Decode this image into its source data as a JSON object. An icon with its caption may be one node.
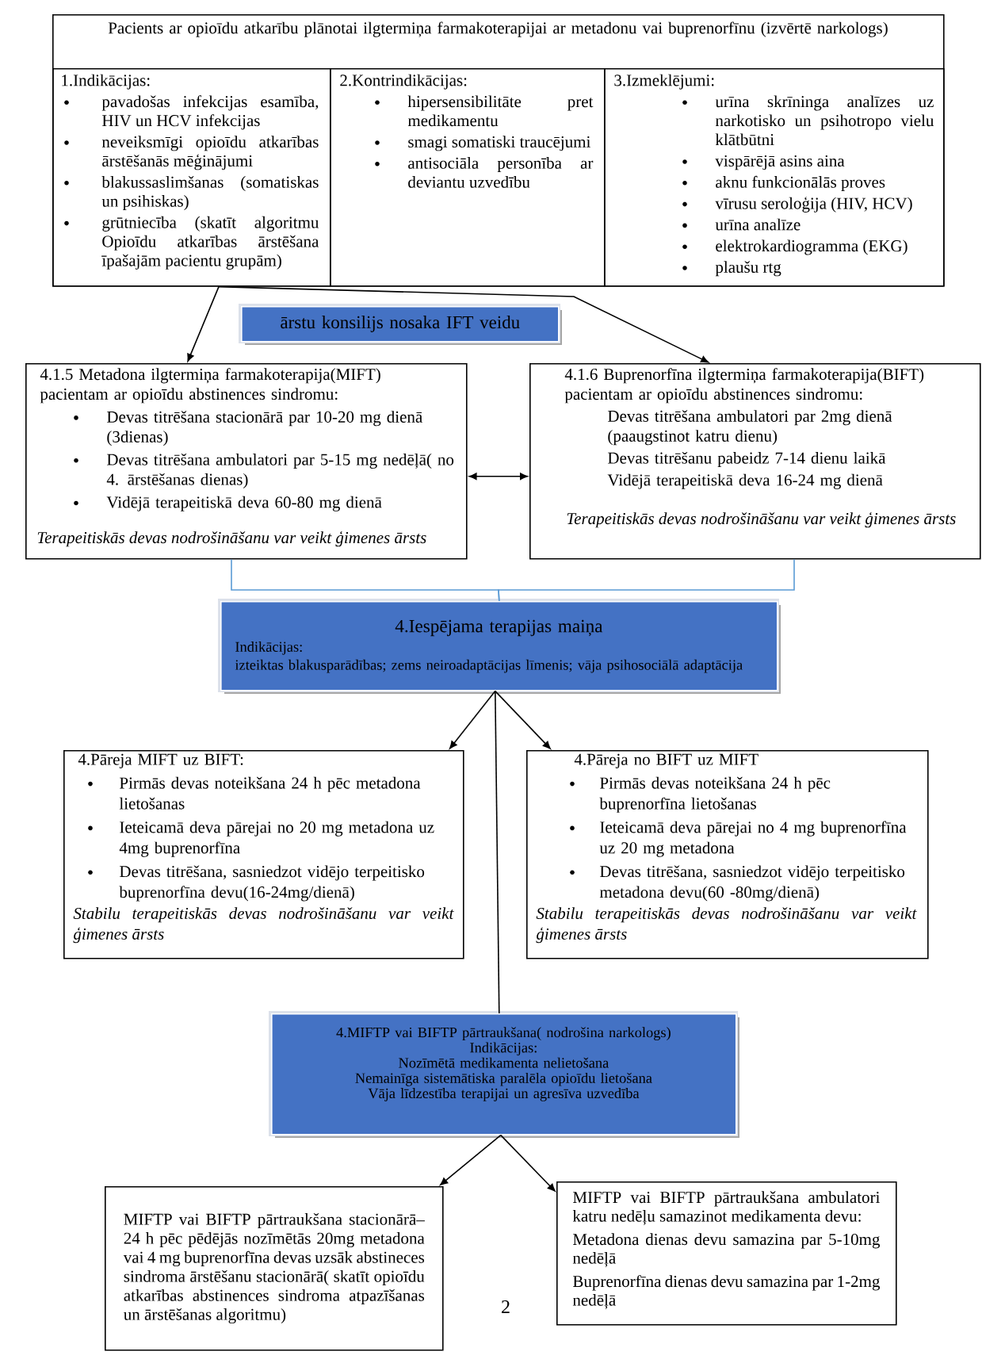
{
  "diagram": {
    "nodes": [
      {
        "text": [
          "Pacients ar opioīdu atkarību plānotai ilgtermiņa farmakoterapijai ar metadonu vai buprenorfīnu (izvērtē narkologs)"
        ]
      },
      {
        "text": [
          "1.Indikācijas:",
          "pavadošas infekcijas esamība, HIV un HCV infekcijas",
          "neveiksmīgi opioīdu atkarības ārstēšanās mēģinājumi",
          "blakussaslimšanas (somatiskas un psihiskas)",
          "grūtniecība (skatīt algoritmu Opioīdu atkarības ārstēšana īpašajām pacientu grupām)"
        ],
        "in": 0
      },
      {
        "text": [
          "2.Kontrindikācijas:",
          "hipersensibilitāte pret medikamentu",
          "smagi somatiski traucējumi",
          "antisociāla personība ar deviantu uzvedību"
        ],
        "in": 0
      },
      {
        "text": [
          "3.Izmeklējumi:",
          "urīna skrīninga analīzes uz narkotisko un psihotropo vielu klātbūtni",
          "vispārējā asins aina",
          "aknu funkcionālās proves",
          "vīrusu seroloģija (HIV, HCV)",
          "urīna analīze",
          "elektrokardiogramma (EKG)",
          "plaušu rtg"
        ],
        "in": 0
      },
      {
        "text": [
          "ārstu konsilijs nosaka IFT veidu"
        ]
      },
      {
        "text": [
          "4.1.5 Metadona ilgtermiņa farmakoterapija(MIFT) pacientam ar opioīdu abstinences sindromu:",
          "Devas titrēšana stacionārā par 10-20 mg dienā (3dienas)",
          "Devas titrēšana ambulatori par 5-15 mg nedēļā( no 4. ārstēšanas dienas)",
          "Vidējā terapeitiskā deva 60-80 mg dienā",
          "Terapeitiskās devas nodrošināšanu var veikt ģimenes ārsts"
        ]
      },
      {
        "text": [
          "4.1.6 Buprenorfīna ilgtermiņa farmakoterapija(BIFT) pacientam ar opioīdu abstinences sindromu:",
          "Devas titrēšana ambulatori par 2mg dienā (paaugstinot katru dienu)",
          "Devas titrēšanu pabeidz 7-14 dienu laikā",
          "Vidējā terapeitiskā deva 16-24 mg dienā",
          "Terapeitiskās devas nodrošināšanu var veikt ģimenes ārsts"
        ]
      },
      {
        "text": [
          "4.Iespējama terapijas maiņa",
          "Indikācijas:",
          "izteiktas blakusparādības; zems neiroadaptācijas līmenis; vāja psihosociālā adaptācija"
        ]
      },
      {
        "text": [
          "4.Pāreja MIFT uz BIFT:",
          "Pirmās devas noteikšana 24 h pēc metadona lietošanas",
          "Ieteicamā deva pārejai no 20 mg metadona uz 4mg buprenorfīna",
          "Devas titrēšana, sasniedzot vidējo terpeitisko buprenorfīna devu(16-24mg/dienā)",
          "Stabilu terapeitiskās devas nodrošināšanu var veikt ģimenes ārsts"
        ]
      },
      {
        "text": [
          "4.Pāreja no BIFT uz MIFT",
          "Pirmās devas noteikšana 24 h pēc buprenorfīna lietošanas",
          "Ieteicamā deva pārejai no 4 mg buprenorfīna uz 20 mg metadona",
          "Devas titrēšana, sasniedzot vidējo terpeitisko metadona devu(60 -80mg/dienā)",
          "Stabilu terapeitiskās devas nodrošināšanu var veikt ģimenes ārsts"
        ]
      },
      {
        "text": [
          "4.MIFTP vai BIFTP pārtraukšana( nodrošina narkologs)",
          "Indikācijas:",
          "Nozīmētā medikamenta nelietošana",
          "Nemainīga sistemātiska paralēla opioīdu lietošana",
          "Vāja līdzestība terapijai un agresīva uzvedība"
        ]
      },
      {
        "text": [
          "MIFTP vai BIFTP pārtraukšana stacionārā– 24 h pēc pēdējās nozīmētās 20mg metadona vai 4 mg buprenorfīna devas uzsāk abstineces sindroma ārstēšanu stacionārā( skatīt opioīdu atkarības abstinences sindroma atpazīšanas un ārstēšanas algoritmu)"
        ]
      },
      {
        "text": [
          "MIFTP vai BIFTP pārtraukšana ambulatori katru nedēļu samazinot medikamenta devu:",
          "Metadona dienas devu samazina par 5-10mg nedēļā",
          "Buprenorfīna dienas devu samazina par 1-2mg nedēļā"
        ]
      }
    ],
    "edges": [
      {
        "from": 0,
        "to": 5,
        "arrow": "to"
      },
      {
        "from": 0,
        "to": 6,
        "arrow": "to"
      },
      {
        "from": 5,
        "to": 6,
        "arrow": "both"
      },
      {
        "from": 5,
        "to": 7,
        "arrow": "none",
        "color": "#5b9bd5"
      },
      {
        "from": 6,
        "to": 7,
        "arrow": "none",
        "color": "#5b9bd5"
      },
      {
        "from": 7,
        "to": 8,
        "arrow": "to"
      },
      {
        "from": 7,
        "to": 10,
        "arrow": "none"
      },
      {
        "from": 7,
        "to": 9,
        "arrow": "to"
      },
      {
        "from": 10,
        "to": 11,
        "arrow": "to"
      },
      {
        "from": 10,
        "to": 12,
        "arrow": "to"
      }
    ],
    "labels": [
      "2"
    ]
  }
}
